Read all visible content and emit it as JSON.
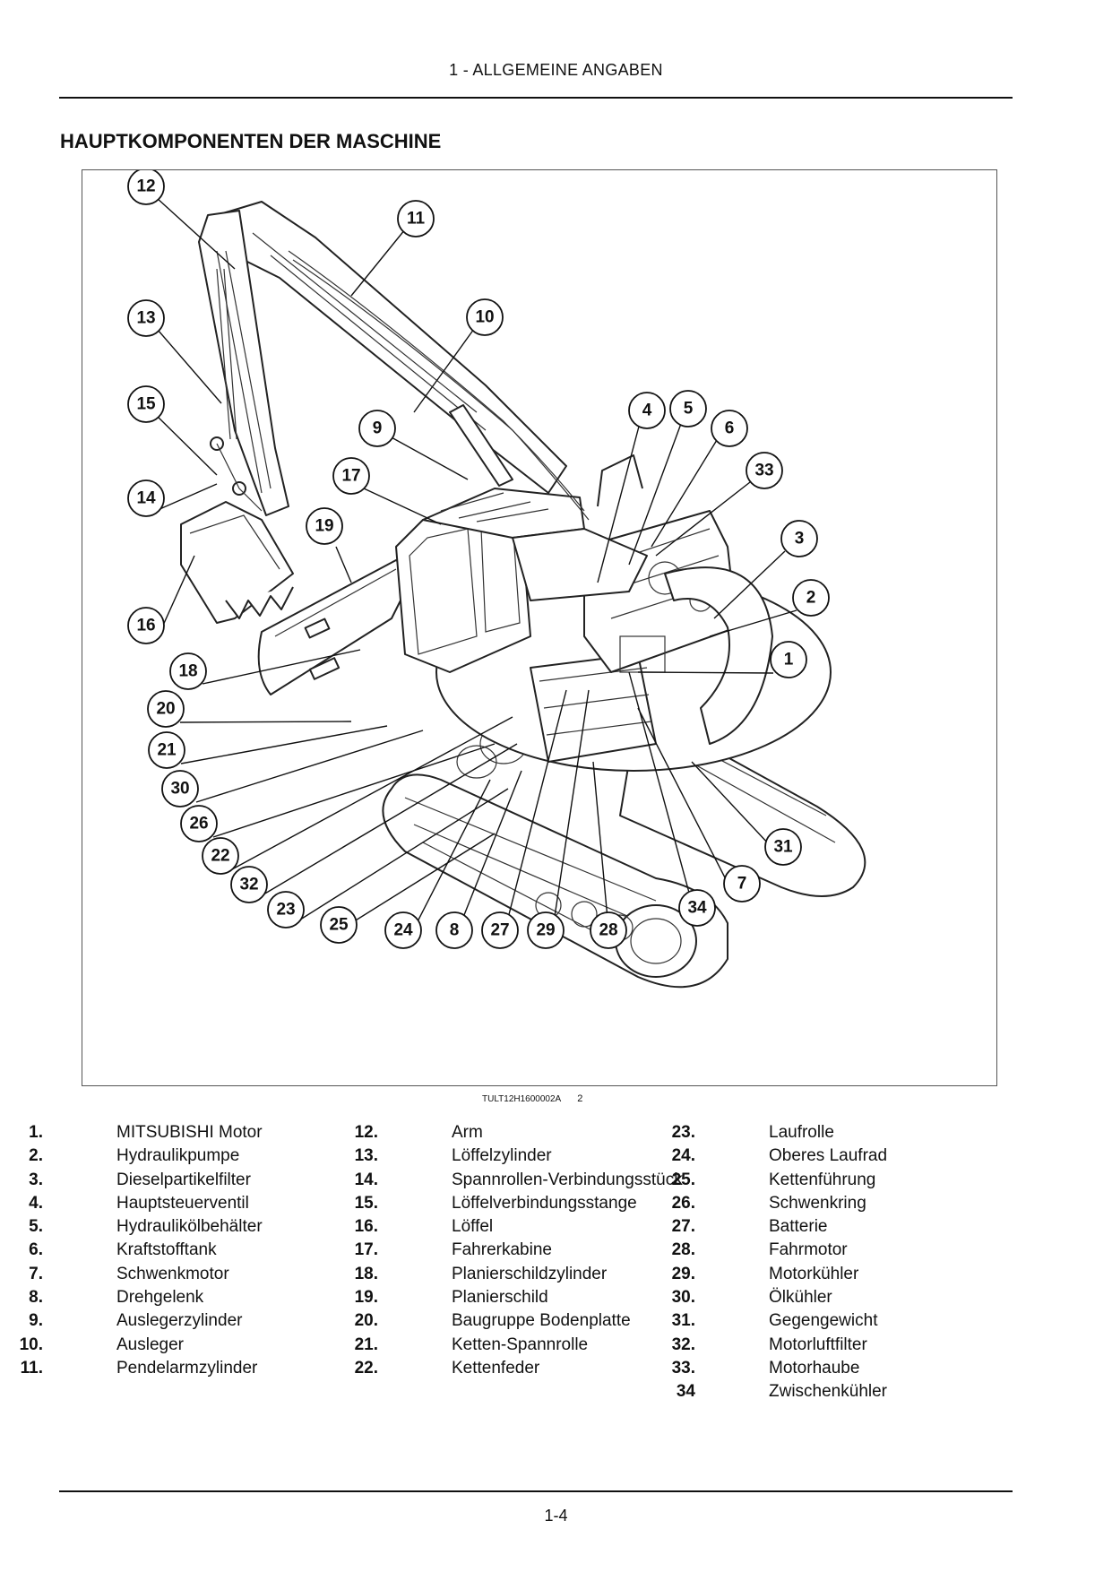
{
  "header": {
    "section": "1 - ALLGEMEINE ANGABEN"
  },
  "title": "HAUPTKOMPONENTEN DER MASCHINE",
  "figure": {
    "code": "TULT12H1600002A",
    "number": "2",
    "callouts": [
      "12",
      "11",
      "13",
      "10",
      "15",
      "9",
      "4",
      "5",
      "6",
      "33",
      "17",
      "14",
      "19",
      "3",
      "2",
      "16",
      "1",
      "18",
      "20",
      "21",
      "30",
      "26",
      "22",
      "31",
      "32",
      "7",
      "23",
      "34",
      "25",
      "24",
      "8",
      "27",
      "29",
      "28"
    ]
  },
  "legend": {
    "col1": [
      {
        "num": "1.",
        "label": "MITSUBISHI Motor"
      },
      {
        "num": "2.",
        "label": "Hydraulikpumpe"
      },
      {
        "num": "3.",
        "label": "Dieselpartikelfilter"
      },
      {
        "num": "4.",
        "label": "Hauptsteuerventil"
      },
      {
        "num": "5.",
        "label": "Hydraulikölbehälter"
      },
      {
        "num": "6.",
        "label": "Kraftstofftank"
      },
      {
        "num": "7.",
        "label": "Schwenkmotor"
      },
      {
        "num": "8.",
        "label": "Drehgelenk"
      },
      {
        "num": "9.",
        "label": "Auslegerzylinder"
      },
      {
        "num": "10.",
        "label": "Ausleger"
      },
      {
        "num": "11.",
        "label": "Pendelarmzylinder"
      }
    ],
    "col2": [
      {
        "num": "12.",
        "label": "Arm"
      },
      {
        "num": "13.",
        "label": "Löffelzylinder"
      },
      {
        "num": "14.",
        "label": "Spannrollen-Verbindungsstück"
      },
      {
        "num": "15.",
        "label": "Löffelverbindungsstange"
      },
      {
        "num": "16.",
        "label": "Löffel"
      },
      {
        "num": "17.",
        "label": "Fahrerkabine"
      },
      {
        "num": "18.",
        "label": "Planierschildzylinder"
      },
      {
        "num": "19.",
        "label": "Planierschild"
      },
      {
        "num": "20.",
        "label": "Baugruppe Bodenplatte"
      },
      {
        "num": "21.",
        "label": "Ketten-Spannrolle"
      },
      {
        "num": "22.",
        "label": "Kettenfeder"
      }
    ],
    "col3": [
      {
        "num": "23.",
        "label": "Laufrolle"
      },
      {
        "num": "24.",
        "label": "Oberes Laufrad"
      },
      {
        "num": "25.",
        "label": "Kettenführung"
      },
      {
        "num": "26.",
        "label": "Schwenkring"
      },
      {
        "num": "27.",
        "label": "Batterie"
      },
      {
        "num": "28.",
        "label": "Fahrmotor"
      },
      {
        "num": "29.",
        "label": "Motorkühler"
      },
      {
        "num": "30.",
        "label": "Ölkühler"
      },
      {
        "num": "31.",
        "label": "Gegengewicht"
      },
      {
        "num": "32.",
        "label": "Motorluftfilter"
      },
      {
        "num": "33.",
        "label": "Motorhaube"
      },
      {
        "num": "34",
        "label": "Zwischenkühler"
      }
    ]
  },
  "footer": {
    "page": "1-4"
  }
}
